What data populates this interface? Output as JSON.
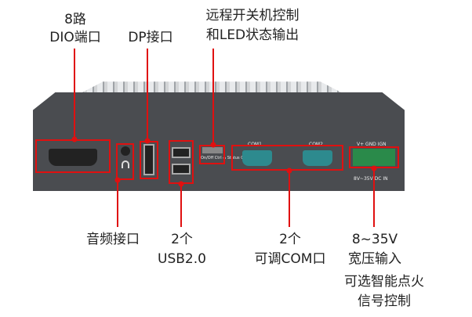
{
  "top_labels": {
    "dio": [
      "8路",
      "DIO端口"
    ],
    "dp": "DP接口",
    "remote": [
      "远程开关机控制",
      "和LED状态输出"
    ]
  },
  "bottom_labels": {
    "audio": "音频接口",
    "usb": [
      "2个",
      "USB2.0"
    ],
    "com": [
      "2个",
      "可调COM口"
    ],
    "power": [
      "8~35V",
      "宽压输入"
    ],
    "ignition": [
      "可选智能点火",
      "信号控制"
    ]
  },
  "device_print": {
    "com1": "COM1",
    "com2": "COM2",
    "onoff": "On/Off Ctrl & Status Output",
    "terminal": "V+ GND IGN",
    "dc_in": "8V~35V DC IN"
  },
  "colors": {
    "callout": "#e01010",
    "chassis": "#4a4c50",
    "heatsink": "#d2d4d6",
    "serial": "#2d8a8e",
    "terminal": "#2a8a4a"
  }
}
